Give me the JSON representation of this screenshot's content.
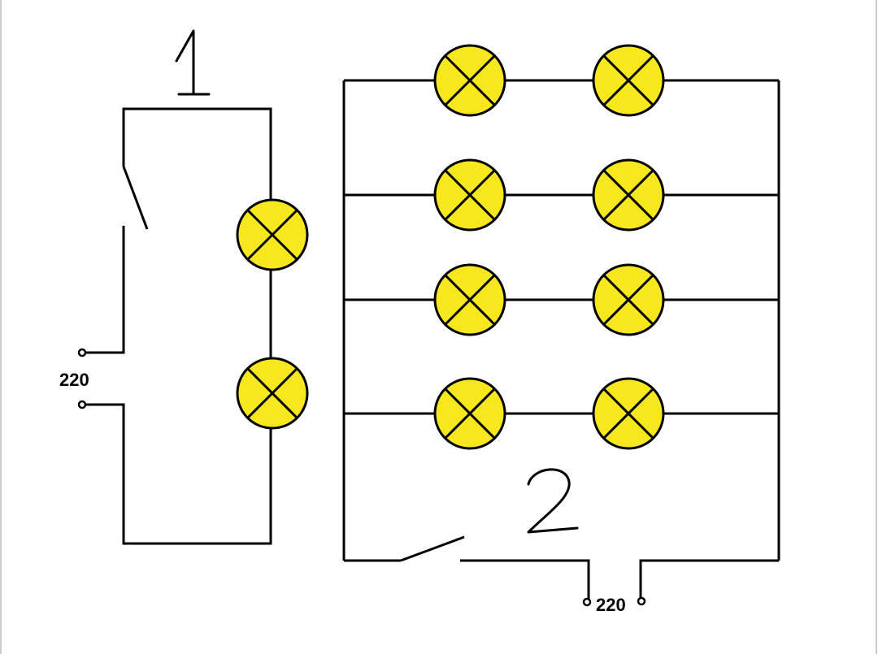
{
  "labels": {
    "circuit1_number": "1",
    "circuit2_number": "2",
    "circuit1_voltage": "220",
    "circuit2_voltage": "220"
  },
  "colors": {
    "lamp": "#f8e71c",
    "wire": "#000000",
    "border": "#cccccc",
    "background": "#ffffff"
  },
  "icons": {
    "lamp": "lamp-icon",
    "switch": "switch-icon",
    "terminal": "terminal-icon"
  }
}
